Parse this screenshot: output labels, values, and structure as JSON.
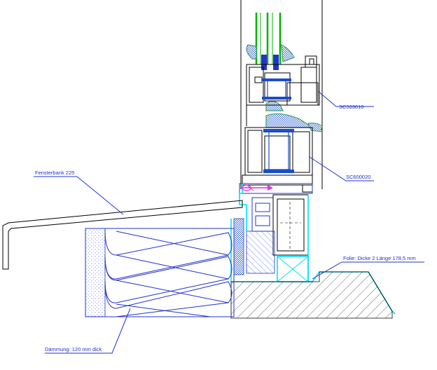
{
  "labels": {
    "fensterbank": "Fensterbank 225",
    "profile_top": "SC503010",
    "profile_bottom": "SC600020",
    "foil": "Folie: Dicke 2 Länge 178,5 mm",
    "insulation": "Dämmung: 120 mm dick"
  },
  "colors": {
    "outline": "#000000",
    "leader": "#2233cc",
    "foil": "#00e0ff",
    "glazing": "#00b000",
    "gasket": "#3aa060",
    "seal": "#1a4dcc",
    "arrow": "#e030e0"
  },
  "icons": [
    "hatch-pattern",
    "insulation-zigzag",
    "direction-arrow"
  ]
}
